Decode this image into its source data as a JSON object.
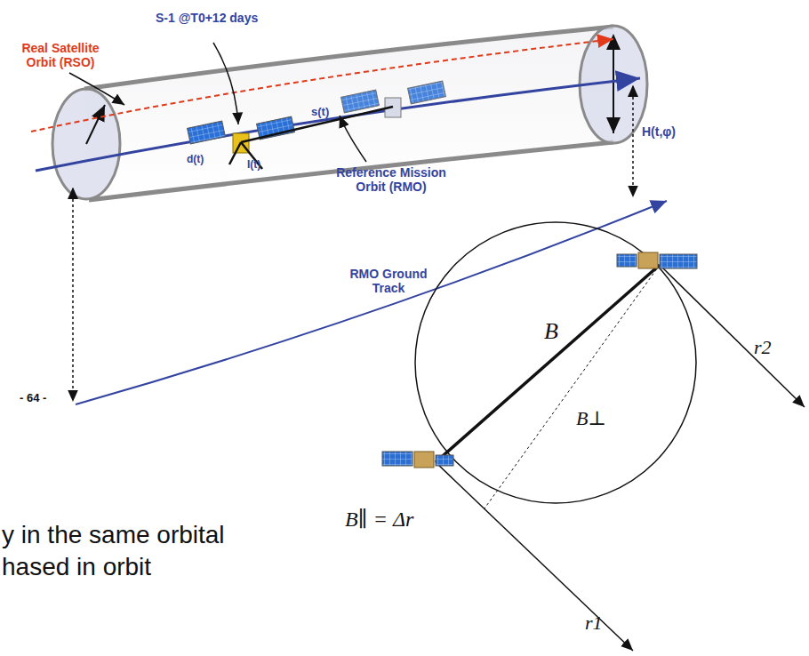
{
  "diagram": {
    "labels": [
      "S-1 @T0+12 days",
      "Real Satellite Orbit (RSO)",
      "s(t)",
      "d(t)",
      "I(t)",
      "Reference Mission Orbit (RMO)",
      "H(t,φ)",
      "RMO Ground Track",
      "- 64 -",
      "B",
      "B⊥",
      "B∥ = Δr",
      "r2",
      "r1",
      "y in the same orbital",
      "hased in orbit"
    ]
  }
}
